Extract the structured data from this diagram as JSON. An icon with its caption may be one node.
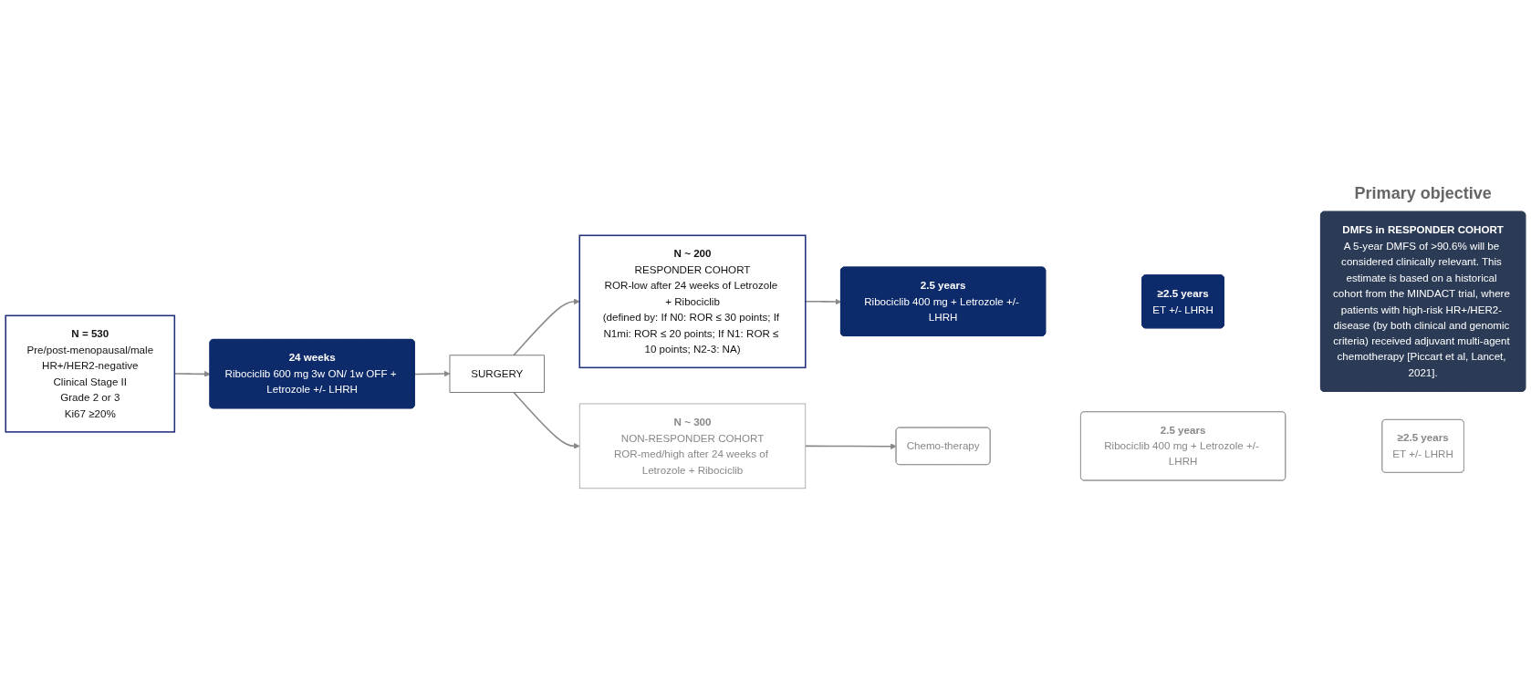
{
  "diagram": {
    "nodes": [
      {
        "text": [
          "N = 530",
          "Pre/post-menopausal/male",
          "HR+/HER2-negative",
          "Clinical Stage II",
          "Grade 2 or 3",
          "Ki67 ≥20%"
        ]
      },
      {
        "text": [
          "24 weeks",
          "Ribociclib 600 mg 3w ON/ 1w OFF + Letrozole +/- LHRH"
        ]
      },
      {
        "text": [
          "SURGERY"
        ]
      },
      {
        "text": [
          "N ~ 200",
          "RESPONDER COHORT",
          "ROR-low after 24 weeks of Letrozole + Ribociclib",
          "(defined by: If N0: ROR ≤ 30 points; If N1mi: ROR ≤ 20 points; If N1: ROR ≤ 10 points; N2-3: NA)"
        ]
      },
      {
        "text": [
          "2.5 years",
          "Ribociclib 400 mg + Letrozole +/- LHRH"
        ]
      },
      {
        "text": [
          "≥2.5 years",
          "ET +/- LHRH"
        ]
      },
      {
        "text": [
          "DMFS in RESPONDER COHORT",
          "A 5-year DMFS of >90.6% will be considered clinically relevant. This estimate is based on a historical cohort from the MINDACT trial, where patients with high-risk HR+/HER2- disease (by both clinical and genomic criteria) received adjuvant multi-agent chemotherapy [Piccart et al, Lancet, 2021]."
        ],
        "beside": [
          "Primary objective"
        ]
      },
      {
        "text": [
          "N ~ 300",
          "NON-RESPONDER COHORT",
          "ROR-med/high after 24 weeks of Letrozole + Ribociclib"
        ]
      },
      {
        "text": [
          "Chemo-therapy"
        ]
      },
      {
        "text": [
          "2.5 years",
          "Ribociclib 400 mg + Letrozole +/- LHRH"
        ]
      },
      {
        "text": [
          "≥2.5 years",
          "ET +/- LHRH"
        ]
      }
    ],
    "edges": [
      {
        "from": 0,
        "to": 1,
        "arrow": "to"
      },
      {
        "from": 1,
        "to": 2,
        "arrow": "to"
      },
      {
        "from": 2,
        "to": 3,
        "arrow": "to"
      },
      {
        "from": 2,
        "to": 7,
        "arrow": "to"
      },
      {
        "from": 3,
        "to": 4,
        "arrow": "to"
      },
      {
        "from": 7,
        "to": 8,
        "arrow": "to"
      }
    ]
  }
}
